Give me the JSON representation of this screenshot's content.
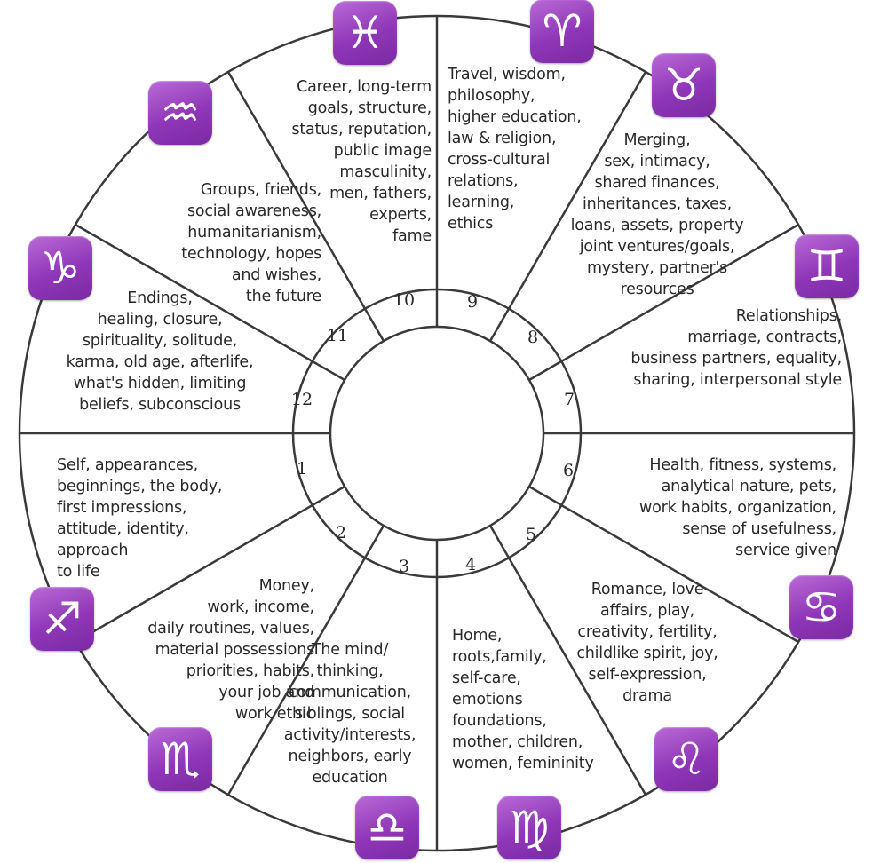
{
  "houses": [
    {
      "number": "1",
      "text": "Self, appearances,\nbeginnings, the body,\nfirst impressions,\nattitude, identity,\napproach\nto  life"
    },
    {
      "number": "2",
      "text": "Money,\nwork, income,\ndaily routines, values,\nmaterial possessions\npriorities, habits,\nyour job and\nwork ethic"
    },
    {
      "number": "3",
      "text": "The mind/\nthinking,\ncommunication,\nsiblings, social\nactivity/interests,\nneighbors, early\neducation"
    },
    {
      "number": "4",
      "text": "Home,\nroots,family,\nself-care,\nemotions\nfoundations,\nmother, children,\nwomen, femininity"
    },
    {
      "number": "5",
      "text": "Romance, love\naffairs, play,\ncreativity, fertility,\nchildlike spirit, joy,\nself-expression,\ndrama"
    },
    {
      "number": "6",
      "text": "Health, fitness, systems,\nanalytical nature, pets,\nwork habits, organization,\nsense of usefulness,\nservice given"
    },
    {
      "number": "7",
      "text": "Relationships,\nmarriage, contracts,\nbusiness partners, equality,\nsharing, interpersonal style"
    },
    {
      "number": "8",
      "text": "Merging,\nsex, intimacy,\nshared finances,\ninheritances, taxes,\nloans, assets, property\njoint ventures/goals,\nmystery, partner's\nresources"
    },
    {
      "number": "9",
      "text": "Travel, wisdom,\nphilosophy,\nhigher education,\nlaw & religion,\ncross-cultural\nrelations,\nlearning,\nethics"
    },
    {
      "number": "10",
      "text": "Career, long-term\ngoals, structure,\nstatus, reputation,\npublic image\nmasculinity,\nmen, fathers,\nexperts,\nfame"
    },
    {
      "number": "11",
      "text": "Groups, friends,\nsocial awareness,\nhumanitarianism,\ntechnology, hopes\nand wishes,\nthe future"
    },
    {
      "number": "12",
      "text": "Endings,\nhealing, closure,\nspirituality, solitude,\nkarma, old age, afterlife,\nwhat's hidden, limiting\nbeliefs, subconscious"
    }
  ],
  "signs": [
    {
      "name": "pisces-icon",
      "glyph": "♓"
    },
    {
      "name": "aries-icon",
      "glyph": "♈"
    },
    {
      "name": "taurus-icon",
      "glyph": "♉"
    },
    {
      "name": "gemini-icon",
      "glyph": "♊"
    },
    {
      "name": "cancer-icon",
      "glyph": "♋"
    },
    {
      "name": "leo-icon",
      "glyph": "♌"
    },
    {
      "name": "virgo-icon",
      "glyph": "♍"
    },
    {
      "name": "libra-icon",
      "glyph": "♎"
    },
    {
      "name": "scorpio-icon",
      "glyph": "♏"
    },
    {
      "name": "sagittarius-icon",
      "glyph": "♐"
    },
    {
      "name": "capricorn-icon",
      "glyph": "♑"
    },
    {
      "name": "aquarius-icon",
      "glyph": "♒"
    }
  ],
  "colors": {
    "line": "#3a3a3a",
    "sign_bg": "#9b44c4",
    "sign_glyph": "#ffffff"
  }
}
